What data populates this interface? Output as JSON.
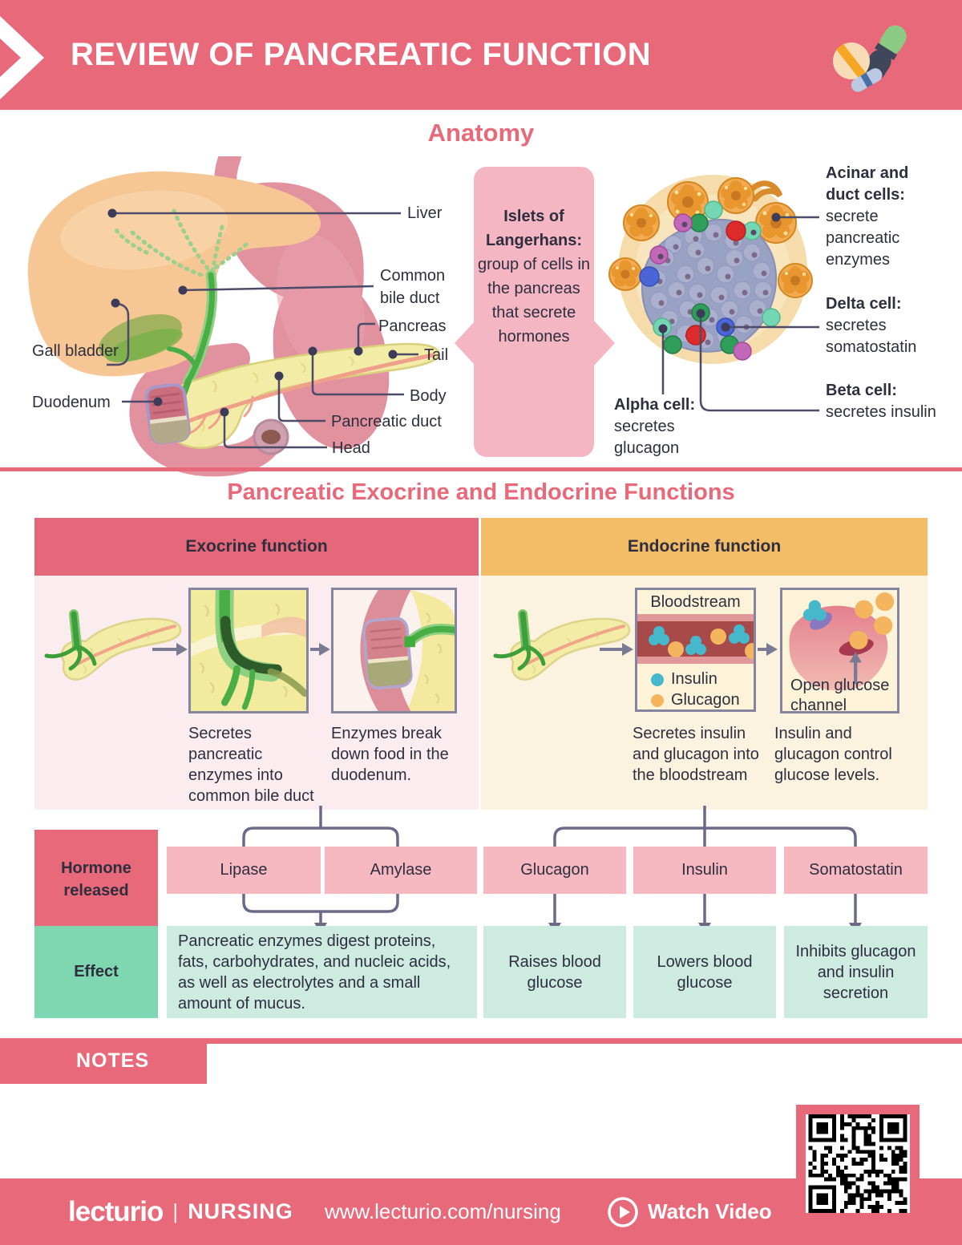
{
  "colors": {
    "coral": "#E8697A",
    "orange": "#F3BC66",
    "pink_box": "#F6B9C1",
    "callout": "#F4B6C2",
    "mint": "#CDEBE0",
    "teal": "#7FD7B2",
    "exo_panel": "#FBEDEF",
    "endo_panel": "#FCF2E0",
    "dark": "#2E2E3E",
    "connector": "#50506E",
    "insulin": "#45B8CC",
    "glucagon": "#F5B55E",
    "cream": "#FDF3D9"
  },
  "header": {
    "title": "REVIEW OF PANCREATIC FUNCTION"
  },
  "anatomy": {
    "title": "Anatomy",
    "labels": {
      "liver": "Liver",
      "common_bile_duct": "Common bile duct",
      "pancreas": "Pancreas",
      "tail": "Tail",
      "body": "Body",
      "pancreatic_duct": "Pancreatic duct",
      "head": "Head",
      "gall_bladder": "Gall bladder",
      "duodenum": "Duodenum"
    },
    "callout": {
      "heading": "Islets of Langerhans:",
      "body": "group of cells in the pancreas that secrete hormones"
    },
    "islet": {
      "acinar": {
        "heading": "Acinar and duct cells:",
        "body": "secrete pancreatic enzymes"
      },
      "delta": {
        "heading": "Delta cell:",
        "body": "secretes somatostatin"
      },
      "beta": {
        "heading": "Beta cell:",
        "body": "secretes insulin"
      },
      "alpha": {
        "heading": "Alpha cell:",
        "body": "secretes glucagon"
      }
    }
  },
  "functions": {
    "title": "Pancreatic Exocrine and Endocrine Functions",
    "exocrine": {
      "header": "Exocrine function",
      "caption1": "Secretes pancreatic enzymes into common bile duct",
      "caption2": "Enzymes break down food in the duodenum."
    },
    "endocrine": {
      "header": "Endocrine function",
      "bloodstream": "Bloodstream",
      "insulin": "Insulin",
      "glucagon": "Glucagon",
      "channel": "Open glucose channel",
      "caption1": "Secretes insulin and glucagon into the bloodstream",
      "caption2": "Insulin and glucagon control glucose levels."
    }
  },
  "hormones": {
    "label": "Hormone released",
    "items": [
      "Lipase",
      "Amylase",
      "Glucagon",
      "Insulin",
      "Somatostatin"
    ]
  },
  "effects": {
    "label": "Effect",
    "exocrine": "Pancreatic enzymes digest proteins, fats, carbohydrates, and nucleic acids, as well as electrolytes and a small amount of mucus.",
    "glucagon": "Raises blood glucose",
    "insulin": "Lowers blood glucose",
    "somatostatin": "Inhibits glucagon and insulin secretion"
  },
  "notes": {
    "label": "NOTES"
  },
  "footer": {
    "brand": "lecturio",
    "separator": "|",
    "product": "NURSING",
    "url": "www.lecturio.com/nursing",
    "watch": "Watch Video"
  }
}
